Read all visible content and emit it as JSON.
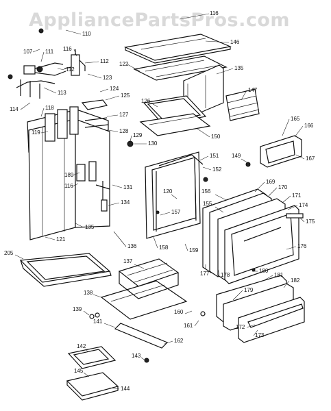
{
  "watermark": "AppliancePartsPros.com",
  "parts": [
    {
      "id": "p116a",
      "label": "116"
    },
    {
      "id": "p110",
      "label": "110"
    },
    {
      "id": "p107",
      "label": "107"
    },
    {
      "id": "p111",
      "label": "111"
    },
    {
      "id": "p116b",
      "label": "116"
    },
    {
      "id": "p112a",
      "label": "112"
    },
    {
      "id": "p112b",
      "label": "112"
    },
    {
      "id": "p122",
      "label": "122"
    },
    {
      "id": "p146",
      "label": "146"
    },
    {
      "id": "p135a",
      "label": "135"
    },
    {
      "id": "p123",
      "label": "123"
    },
    {
      "id": "p113",
      "label": "113"
    },
    {
      "id": "p147",
      "label": "147"
    },
    {
      "id": "p124",
      "label": "124"
    },
    {
      "id": "p125",
      "label": "125"
    },
    {
      "id": "p126",
      "label": "126"
    },
    {
      "id": "p127",
      "label": "127"
    },
    {
      "id": "p114",
      "label": "114"
    },
    {
      "id": "p118",
      "label": "118"
    },
    {
      "id": "p128",
      "label": "128"
    },
    {
      "id": "p150",
      "label": "150"
    },
    {
      "id": "p165",
      "label": "165"
    },
    {
      "id": "p166",
      "label": "166"
    },
    {
      "id": "p119",
      "label": "119"
    },
    {
      "id": "p129",
      "label": "129"
    },
    {
      "id": "p130",
      "label": "130"
    },
    {
      "id": "p151",
      "label": "151"
    },
    {
      "id": "p149",
      "label": "149"
    },
    {
      "id": "p167",
      "label": "167"
    },
    {
      "id": "p152",
      "label": "152"
    },
    {
      "id": "p189",
      "label": "189"
    },
    {
      "id": "p169",
      "label": "169"
    },
    {
      "id": "p170",
      "label": "170"
    },
    {
      "id": "p116c",
      "label": "116"
    },
    {
      "id": "p131",
      "label": "131"
    },
    {
      "id": "p156",
      "label": "156"
    },
    {
      "id": "p120",
      "label": "120"
    },
    {
      "id": "p171",
      "label": "171"
    },
    {
      "id": "p174",
      "label": "174"
    },
    {
      "id": "p134",
      "label": "134"
    },
    {
      "id": "p155",
      "label": "155"
    },
    {
      "id": "p157",
      "label": "157"
    },
    {
      "id": "p175",
      "label": "175"
    },
    {
      "id": "p135b",
      "label": "135"
    },
    {
      "id": "p121",
      "label": "121"
    },
    {
      "id": "p136",
      "label": "136"
    },
    {
      "id": "p158",
      "label": "158"
    },
    {
      "id": "p176",
      "label": "176"
    },
    {
      "id": "p159",
      "label": "159"
    },
    {
      "id": "p205",
      "label": "205"
    },
    {
      "id": "p137",
      "label": "137"
    },
    {
      "id": "p177",
      "label": "177"
    },
    {
      "id": "p178",
      "label": "178"
    },
    {
      "id": "p180",
      "label": "180"
    },
    {
      "id": "p181",
      "label": "181"
    },
    {
      "id": "p182",
      "label": "182"
    },
    {
      "id": "p179",
      "label": "179"
    },
    {
      "id": "p138",
      "label": "138"
    },
    {
      "id": "p139",
      "label": "139"
    },
    {
      "id": "p160",
      "label": "160"
    },
    {
      "id": "p141",
      "label": "141"
    },
    {
      "id": "p161",
      "label": "161"
    },
    {
      "id": "p172",
      "label": "172"
    },
    {
      "id": "p173",
      "label": "173"
    },
    {
      "id": "p162",
      "label": "162"
    },
    {
      "id": "p142",
      "label": "142"
    },
    {
      "id": "p143",
      "label": "143"
    },
    {
      "id": "p145",
      "label": "145"
    },
    {
      "id": "p144",
      "label": "144"
    }
  ]
}
